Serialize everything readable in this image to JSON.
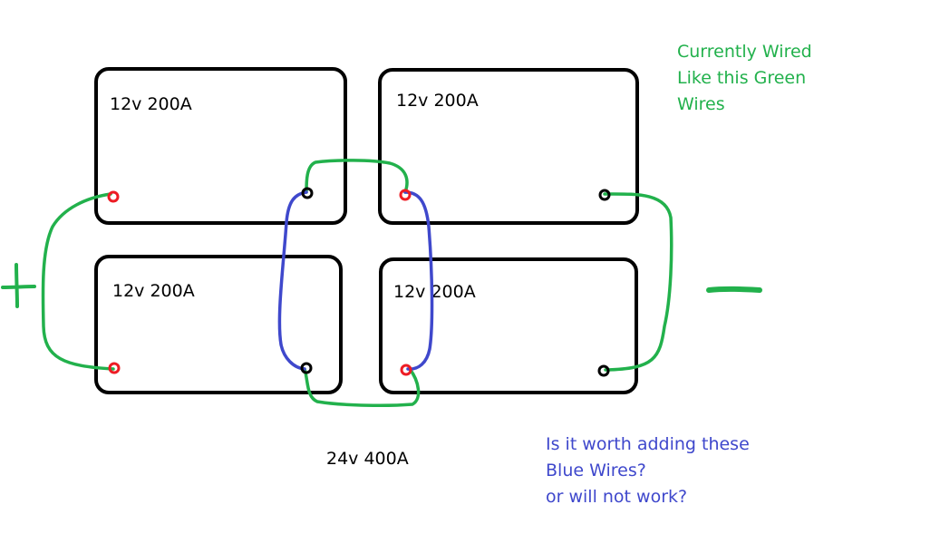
{
  "batteries": [
    {
      "label": "12v 200A"
    },
    {
      "label": "12v 200A"
    },
    {
      "label": "12v 200A"
    },
    {
      "label": "12v 200A"
    }
  ],
  "total_label": "24v 400A",
  "green_note": [
    "Currently Wired",
    "Like this Green",
    "Wires"
  ],
  "blue_note": [
    "Is it worth adding these",
    "Blue Wires?",
    "or will not work?"
  ],
  "plus_symbol": "+",
  "minus_symbol": "−",
  "colors": {
    "green_wire": "#22b14c",
    "blue_wire": "#3f48cc",
    "positive_terminal": "#ed1c24",
    "negative_terminal": "#000000",
    "battery_outline": "#000000"
  }
}
